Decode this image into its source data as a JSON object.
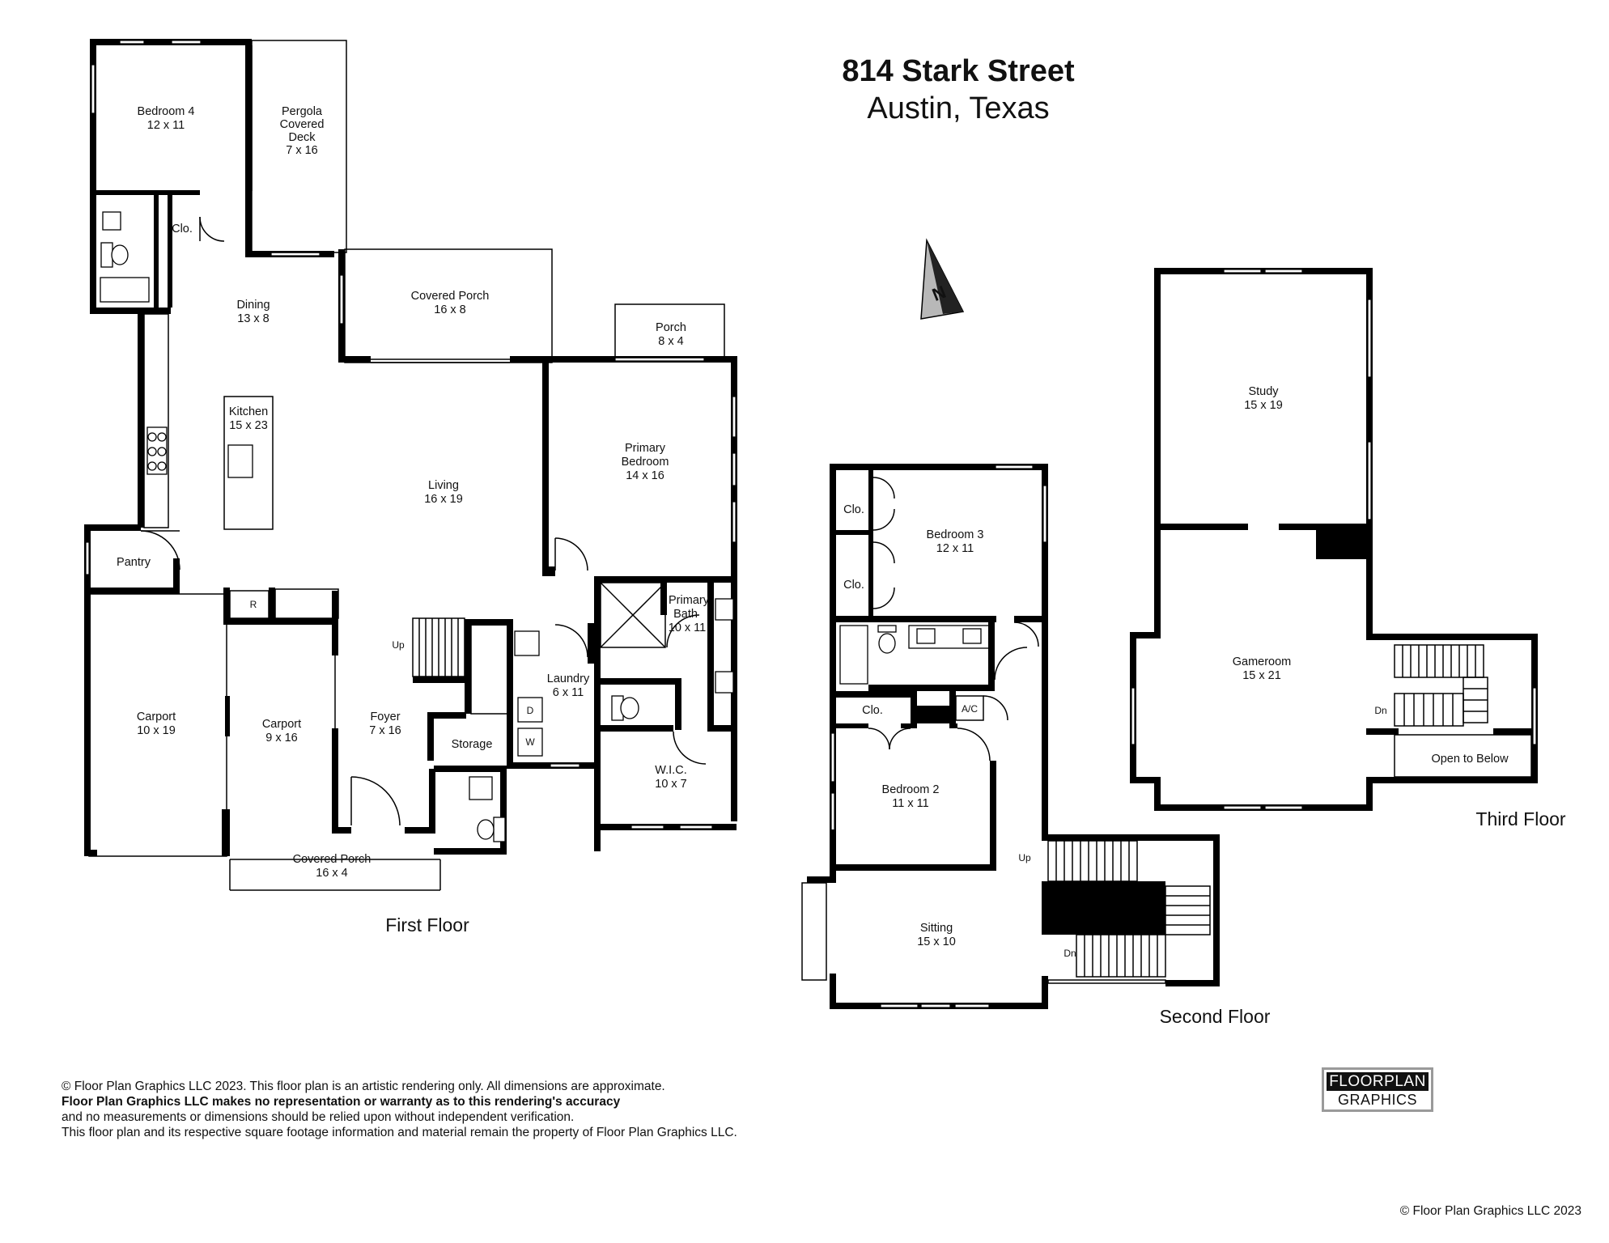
{
  "title": {
    "line1": "814 Stark Street",
    "line2": "Austin, Texas"
  },
  "compass": {
    "label": "N"
  },
  "floors": {
    "first": {
      "label": "First Floor",
      "rooms": {
        "bedroom4": {
          "name": "Bedroom 4",
          "size": "12 x 11"
        },
        "pergola": {
          "name1": "Pergola",
          "name2": "Covered",
          "name3": "Deck",
          "size": "7 x 16"
        },
        "closet": {
          "name": "Clo."
        },
        "dining": {
          "name": "Dining",
          "size": "13 x 8"
        },
        "porch_back": {
          "name": "Covered Porch",
          "size": "16 x 8"
        },
        "porch_small": {
          "name": "Porch",
          "size": "8 x 4"
        },
        "kitchen": {
          "name": "Kitchen",
          "size": "15 x 23"
        },
        "living": {
          "name": "Living",
          "size": "16 x 19"
        },
        "primary_bed": {
          "name1": "Primary",
          "name2": "Bedroom",
          "size": "14 x 16"
        },
        "pantry": {
          "name": "Pantry"
        },
        "primary_bath": {
          "name1": "Primary",
          "name2": "Bath",
          "size": "10 x 11"
        },
        "laundry": {
          "name": "Laundry",
          "size": "6 x 11"
        },
        "carport1": {
          "name": "Carport",
          "size": "10 x 19"
        },
        "carport2": {
          "name": "Carport",
          "size": "9 x 16"
        },
        "foyer": {
          "name": "Foyer",
          "size": "7 x 16"
        },
        "storage": {
          "name": "Storage"
        },
        "wic": {
          "name": "W.I.C.",
          "size": "10 x 7"
        },
        "porch_front": {
          "name": "Covered Porch",
          "size": "16 x 4"
        }
      },
      "marks": {
        "up": "Up",
        "fridge": "R",
        "dryer": "D",
        "washer": "W"
      }
    },
    "second": {
      "label": "Second Floor",
      "rooms": {
        "closet_a": {
          "name": "Clo."
        },
        "closet_b": {
          "name": "Clo."
        },
        "bedroom3": {
          "name": "Bedroom 3",
          "size": "12 x 11"
        },
        "closet_c": {
          "name": "Clo."
        },
        "bedroom2": {
          "name": "Bedroom 2",
          "size": "11 x 11"
        },
        "sitting": {
          "name": "Sitting",
          "size": "15 x 10"
        }
      },
      "marks": {
        "ac": "A/C",
        "up": "Up",
        "down": "Dn"
      }
    },
    "third": {
      "label": "Third Floor",
      "rooms": {
        "study": {
          "name": "Study",
          "size": "15 x 19"
        },
        "gameroom": {
          "name": "Gameroom",
          "size": "15 x 21"
        },
        "open": {
          "name": "Open to Below"
        }
      },
      "marks": {
        "down": "Dn"
      }
    }
  },
  "disclaimer": {
    "line1": "© Floor Plan Graphics LLC 2023. This floor plan is an artistic rendering only. All dimensions are approximate.",
    "line2": "Floor Plan Graphics LLC makes no representation or warranty as to this rendering's accuracy",
    "line3": "and no measurements or dimensions should be relied upon without independent verification.",
    "line4": "This floor plan and its respective square footage information and material remain the property of Floor Plan Graphics LLC."
  },
  "logo": {
    "line1": "FLOORPLAN",
    "line2": "GRAPHICS"
  },
  "copyright": "© Floor Plan Graphics LLC 2023"
}
